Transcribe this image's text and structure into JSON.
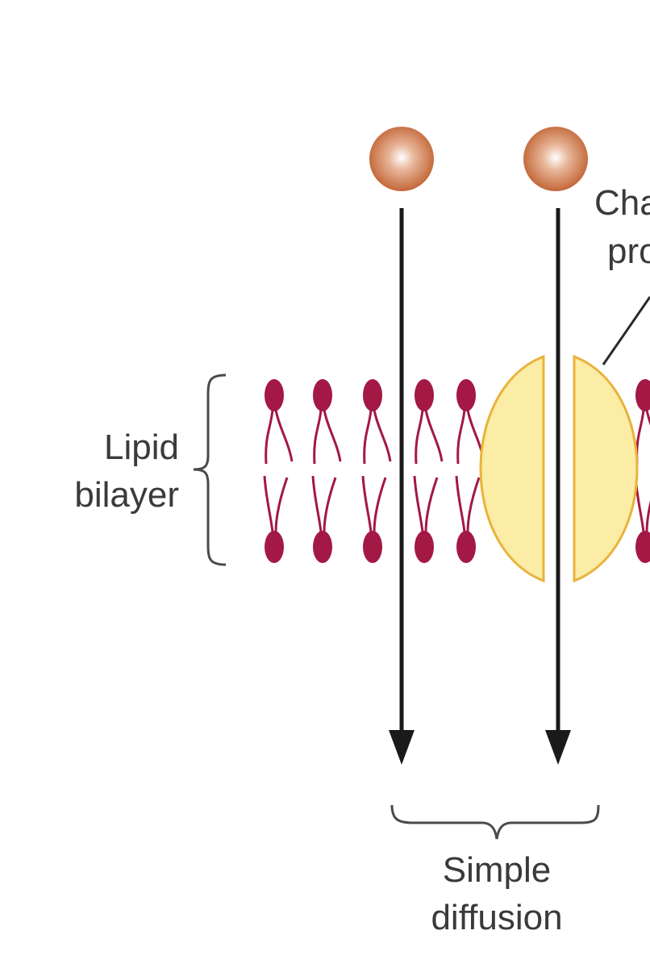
{
  "labels": {
    "lipid_bilayer": [
      "Lipid",
      "bilayer"
    ],
    "channel_protein": [
      "Cha",
      "pro"
    ],
    "simple_diffusion": [
      "Simple",
      "diffusion"
    ]
  },
  "colors": {
    "background": "#ffffff",
    "molecule": "#c9693a",
    "lipid": "#a31845",
    "protein_fill": "#fbeca6",
    "protein_stroke": "#e9b33a",
    "arrow": "#1a1a1a",
    "brace": "#4a4a4a"
  },
  "icons": [
    "molecule-icon",
    "phospholipid-icon",
    "channel-protein-icon",
    "arrow-down-icon"
  ]
}
